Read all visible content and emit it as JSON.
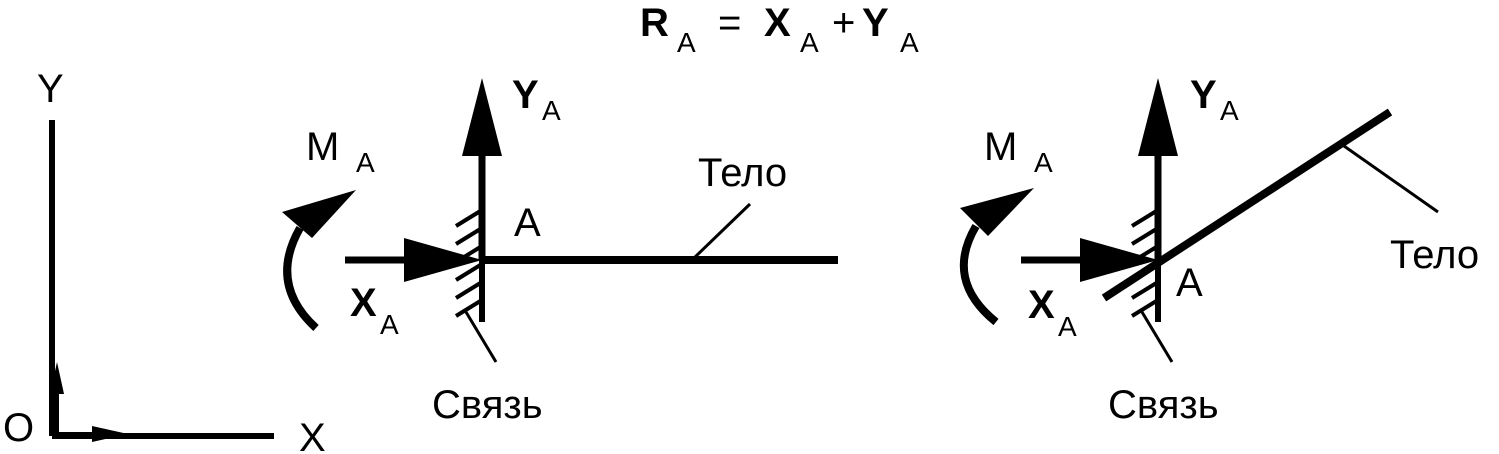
{
  "equation": {
    "r": "R",
    "r_sub": "A",
    "eq": "=",
    "x": "X",
    "x_sub": "A",
    "plus": "+",
    "y": "Y",
    "y_sub": "A"
  },
  "axes": {
    "y_label": "Y",
    "x_label": "X",
    "origin_label": "O"
  },
  "left_figure": {
    "moment": "M",
    "moment_sub": "A",
    "force_y": "Y",
    "force_y_sub": "A",
    "force_x": "X",
    "force_x_sub": "A",
    "point": "A",
    "body_label": "Тело",
    "constraint_label": "Связь"
  },
  "right_figure": {
    "moment": "M",
    "moment_sub": "A",
    "force_y": "Y",
    "force_y_sub": "A",
    "force_x": "X",
    "force_x_sub": "A",
    "point": "A",
    "body_label": "Тело",
    "constraint_label": "Связь"
  },
  "colors": {
    "ink": "#000000",
    "background": "#ffffff"
  }
}
